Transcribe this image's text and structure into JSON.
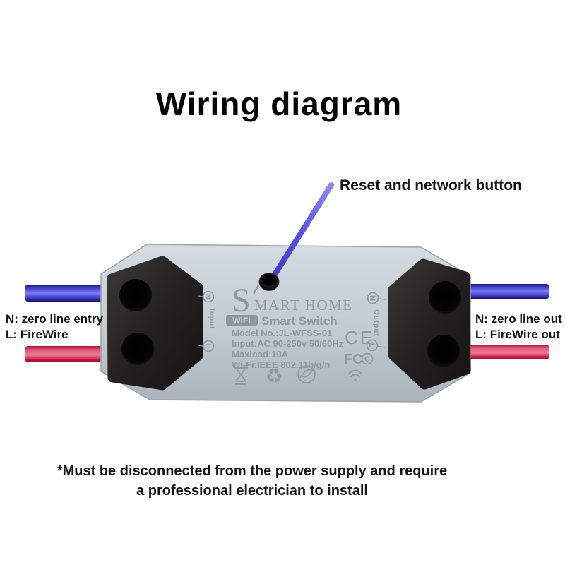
{
  "page": {
    "title": "Wiring diagram",
    "note_line1": "*Must be disconnected from the power supply and require",
    "note_line2": "a professional electrician to install"
  },
  "callout": {
    "reset_label": "Reset and network button"
  },
  "wiring_labels": {
    "left_neutral": "N: zero line entry",
    "left_live": "L: FireWire",
    "right_neutral": "N: zero line out",
    "right_live": "L: FireWire out"
  },
  "device": {
    "brand_initial": "S",
    "brand_rest": "MART HOME",
    "wifi_badge": "WiFi",
    "product_name": "Smart Switch",
    "model": "Model No.:JL-WFSS-01",
    "input_spec": "Input:AC 90-250v 50/60Hz",
    "maxload": "Maxload:10A",
    "wifi_spec": "Wi-Fi:IEEE 802.11b/g/n",
    "input_port": {
      "top": "N",
      "label": "Input",
      "bottom": "L"
    },
    "output_port": {
      "top": "N",
      "label": "Output",
      "bottom": "L"
    },
    "cert_ce": "CE",
    "cert_fcc": "FC",
    "cert_fcc_c": "C",
    "recycle_glyph": "♻"
  },
  "colors": {
    "wire_blue": "#5c5ce8",
    "wire_red": "#d81b4a",
    "device_body": "#c2cbd2",
    "device_cap": "#242120",
    "marking_gray": "#8d97a0",
    "pointer_rod": "#5b54dd"
  }
}
